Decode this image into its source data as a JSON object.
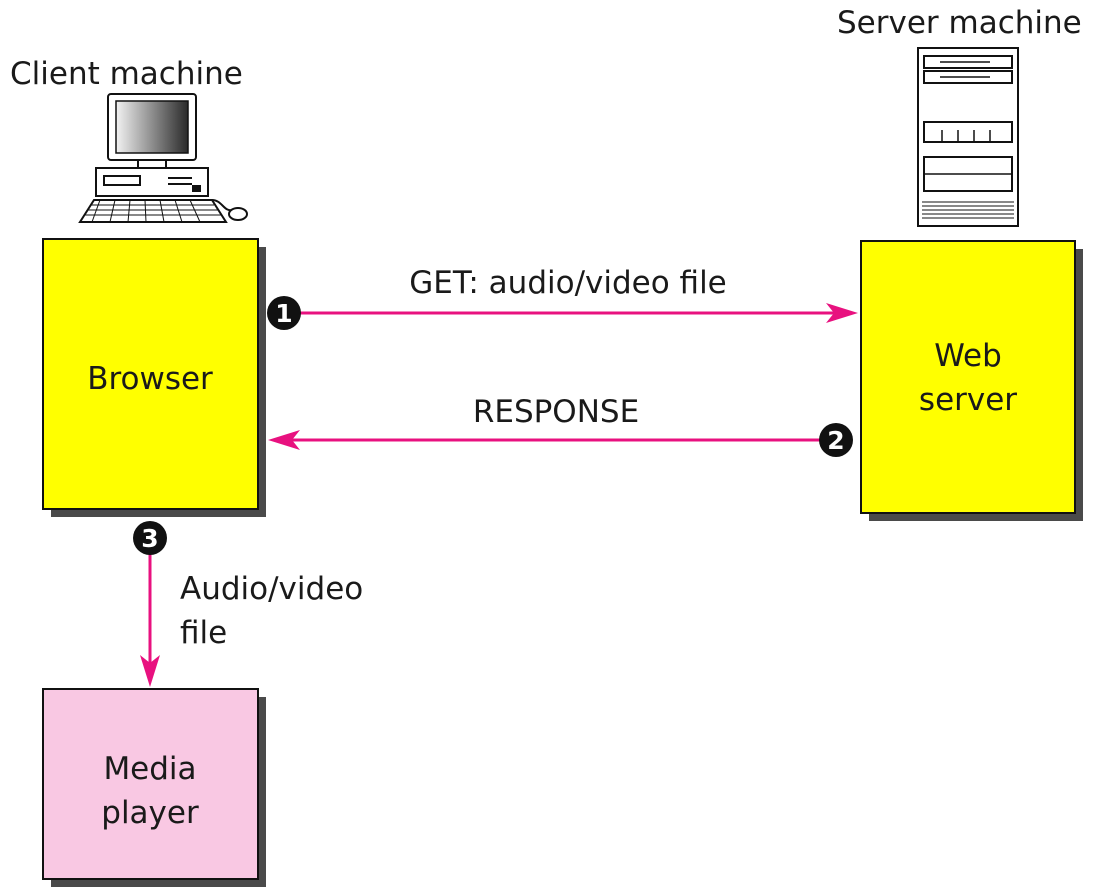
{
  "labels": {
    "client_machine": "Client machine",
    "server_machine": "Server machine"
  },
  "boxes": {
    "browser": "Browser",
    "web_server_line1": "Web",
    "web_server_line2": "server",
    "media_player_line1": "Media",
    "media_player_line2": "player"
  },
  "arrows": {
    "get": "GET: audio/video file",
    "response": "RESPONSE",
    "file_line1": "Audio/video",
    "file_line2": "file"
  },
  "steps": [
    "1",
    "2",
    "3"
  ],
  "colors": {
    "box_yellow": "#ffff00",
    "box_pink": "#f9c8e3",
    "arrow": "#e8117f",
    "shadow": "#4a4a4a",
    "marker": "#111111"
  }
}
